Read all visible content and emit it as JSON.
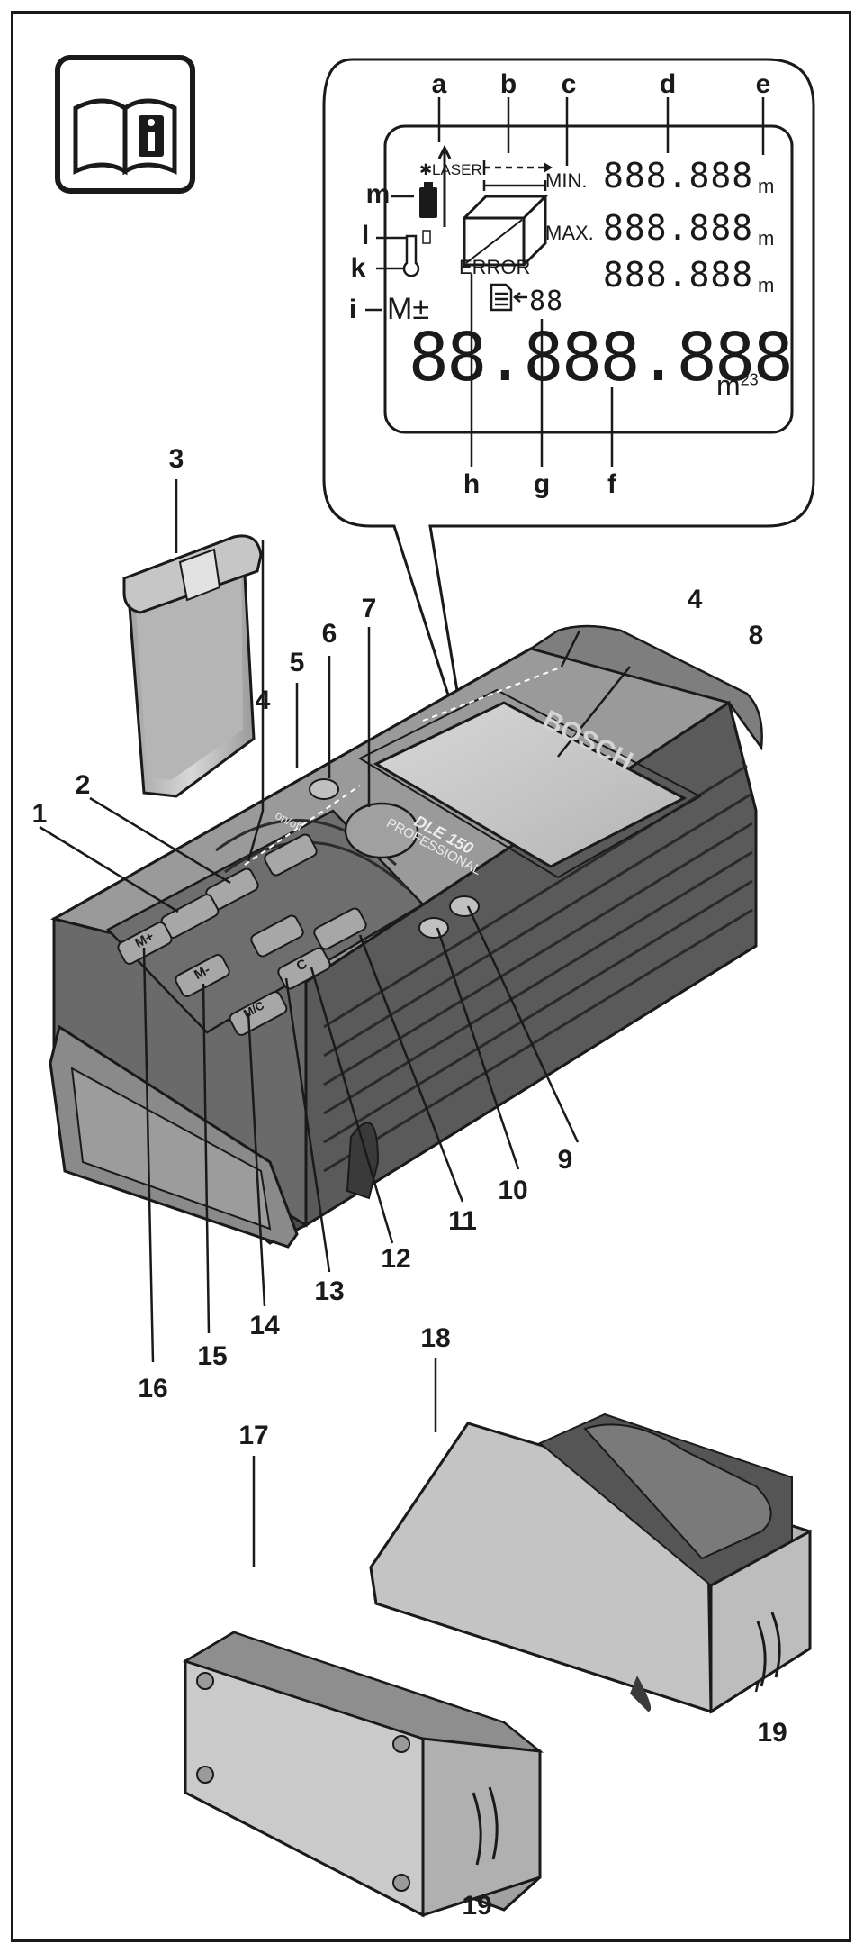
{
  "display": {
    "laser": "LASER",
    "min": "MIN.",
    "max": "MAX.",
    "error": "ERROR",
    "memory": "M±",
    "memory_slot": "88",
    "row1_digits": "888.888",
    "row2_digits": "888.888",
    "row3_digits": "888.888",
    "main_digits": "88.888.888",
    "unit_m": "m",
    "unit_main": "m",
    "unit_sup": "23"
  },
  "device": {
    "brand": "BOSCH",
    "model": "DLE 150",
    "line": "PROFESSIONAL",
    "on_off": "on/off",
    "button_m_minus": "M-",
    "button_m_plus": "M+",
    "button_m_recall": "M/C",
    "button_c": "C"
  },
  "callouts": {
    "a": "a",
    "b": "b",
    "c": "c",
    "d": "d",
    "e": "e",
    "f": "f",
    "g": "g",
    "h": "h",
    "i": "i",
    "k": "k",
    "l": "l",
    "m": "m",
    "n1": "1",
    "n2": "2",
    "n3": "3",
    "n4a": "4",
    "n4b": "4",
    "n5": "5",
    "n6": "6",
    "n7": "7",
    "n8": "8",
    "n9": "9",
    "n10": "10",
    "n11": "11",
    "n12": "12",
    "n13": "13",
    "n14": "14",
    "n15": "15",
    "n16": "16",
    "n17": "17",
    "n18": "18",
    "n19a": "19",
    "n19b": "19"
  },
  "icons": [
    "manual-info-icon",
    "battery-icon",
    "temperature-icon",
    "laser-star-icon",
    "memory-list-icon"
  ],
  "colors": {
    "ink": "#1a1a1a",
    "body_dark": "#4a4a4a",
    "body_mid": "#7a7a7a",
    "lcd": "#c8c8c8",
    "light": "#e4e4e4"
  }
}
